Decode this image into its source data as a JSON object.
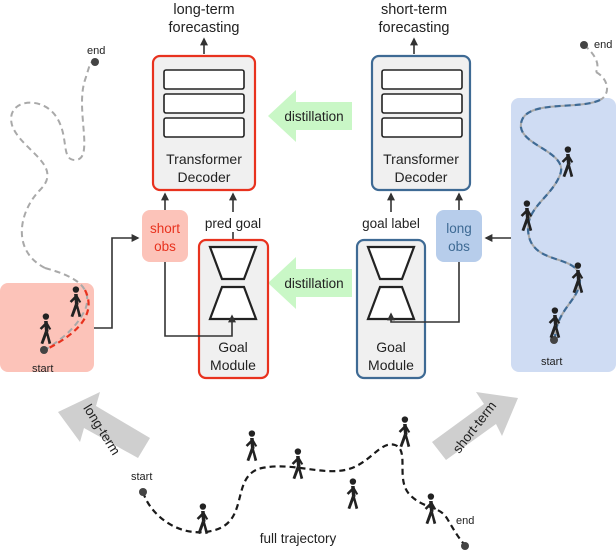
{
  "labels": {
    "long_term_forecasting": [
      "long-term",
      "forecasting"
    ],
    "short_term_forecasting": [
      "short-term",
      "forecasting"
    ],
    "transformer_decoder": [
      "Transformer",
      "Decoder"
    ],
    "goal_module": [
      "Goal",
      "Module"
    ],
    "distillation": "distillation",
    "short_obs": [
      "short",
      "obs"
    ],
    "long_obs": [
      "long",
      "obs"
    ],
    "pred_goal": "pred goal",
    "goal_label": "goal label",
    "start": "start",
    "end": "end",
    "full_trajectory": "full trajectory",
    "long_term_arrow": "long-term",
    "short_term_arrow": "short-term"
  },
  "colors": {
    "red_accent": "#e8321e",
    "blue_accent": "#3e6a94",
    "pink_fill": "#fcc3b9",
    "blue_fill": "#cfdcf3",
    "obs_blue_fill": "#b7cdeb",
    "distill_green": "#c9f7c6",
    "module_fill": "#f0f0f0",
    "grey_arrow": "#cfcfcf",
    "dark": "#333333",
    "grey_path": "#a9a9a9"
  },
  "icons": [
    "walking-person-icon",
    "encoder-decoder-hourglass-icon",
    "token-stack-icon"
  ]
}
